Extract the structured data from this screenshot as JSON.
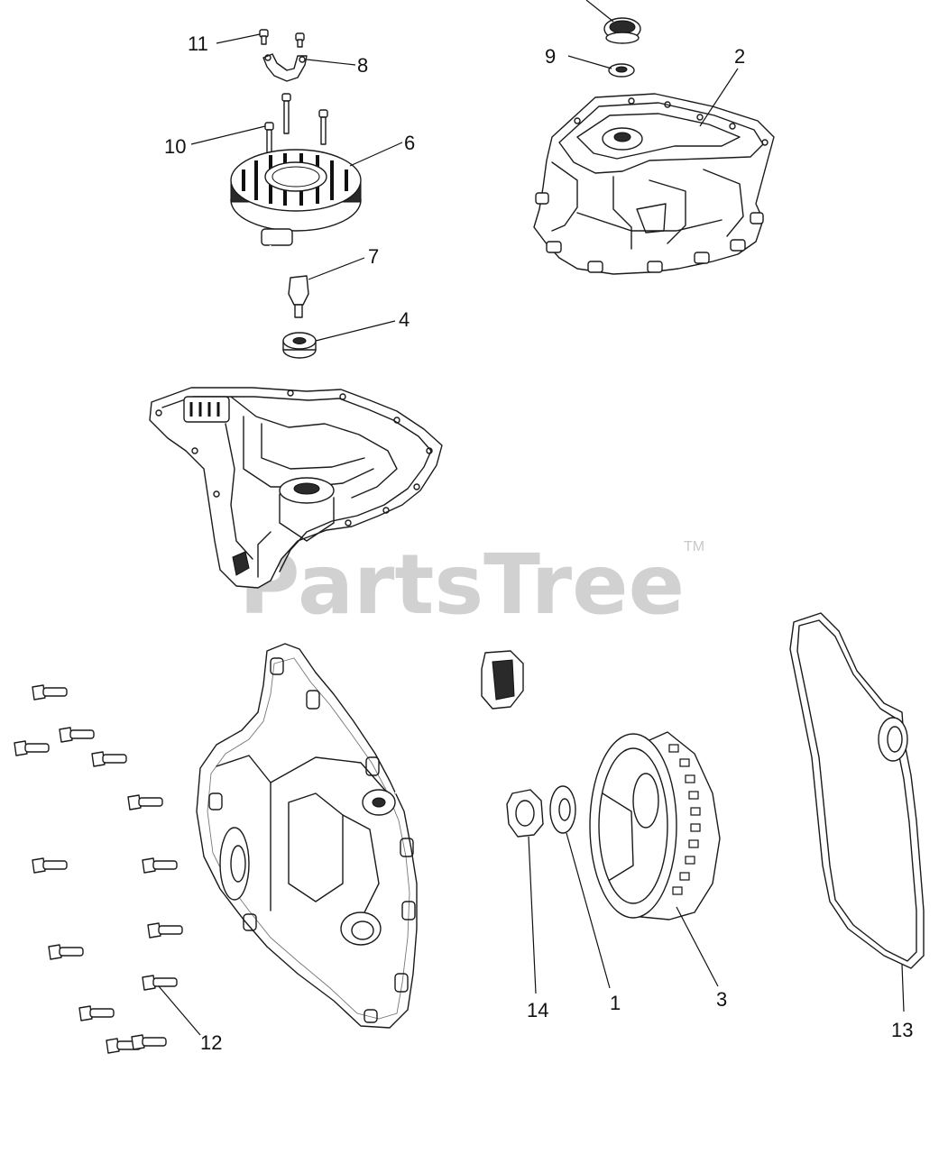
{
  "watermark": {
    "text": "PartsTree",
    "trademark": "TM"
  },
  "callouts": [
    {
      "id": "11",
      "label": "11"
    },
    {
      "id": "8",
      "label": "8"
    },
    {
      "id": "9",
      "label": "9"
    },
    {
      "id": "2",
      "label": "2"
    },
    {
      "id": "10",
      "label": "10"
    },
    {
      "id": "6",
      "label": "6"
    },
    {
      "id": "7",
      "label": "7"
    },
    {
      "id": "4",
      "label": "4"
    },
    {
      "id": "12",
      "label": "12"
    },
    {
      "id": "14",
      "label": "14"
    },
    {
      "id": "1",
      "label": "1"
    },
    {
      "id": "3",
      "label": "3"
    },
    {
      "id": "13",
      "label": "13"
    }
  ]
}
